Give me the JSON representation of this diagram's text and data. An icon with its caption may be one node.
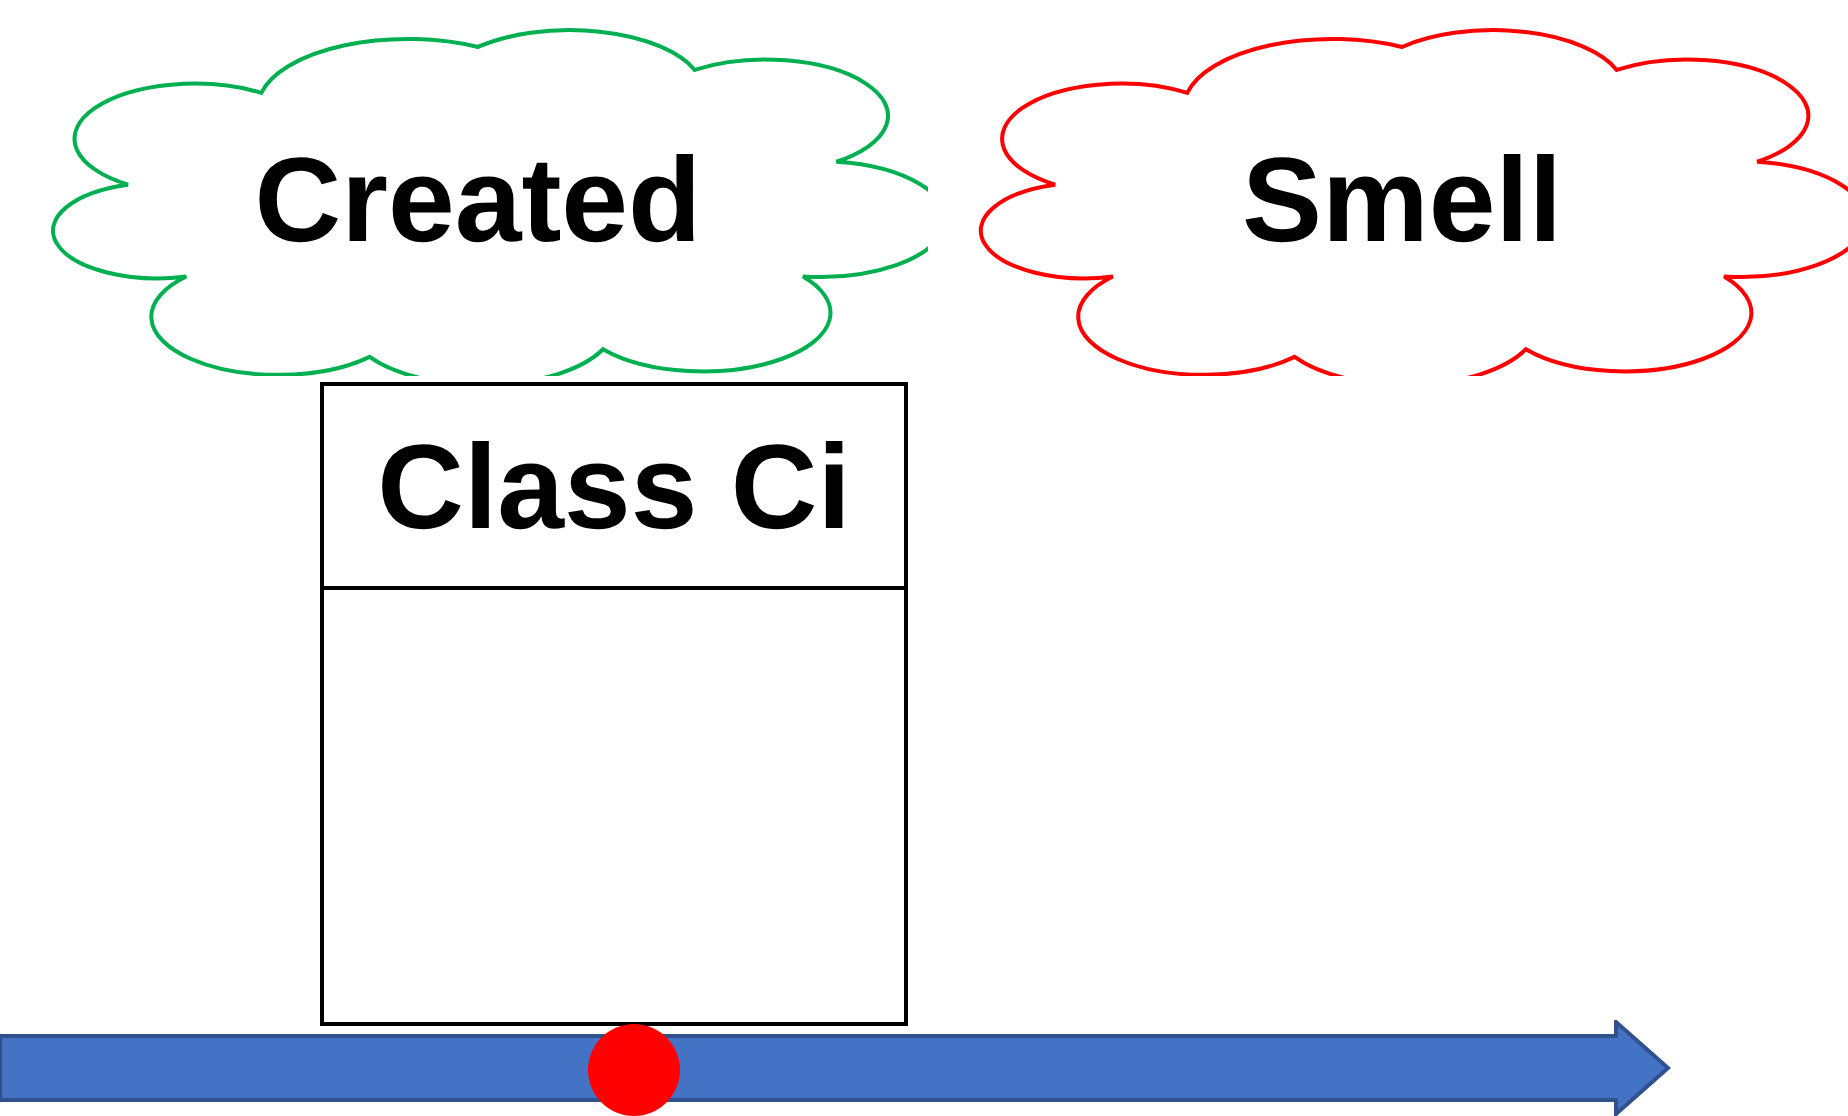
{
  "diagram": {
    "nodes": [
      {
        "text": [
          "Created"
        ]
      },
      {
        "text": [
          "Smell"
        ]
      },
      {
        "text": [
          "Class Ci"
        ]
      }
    ]
  }
}
